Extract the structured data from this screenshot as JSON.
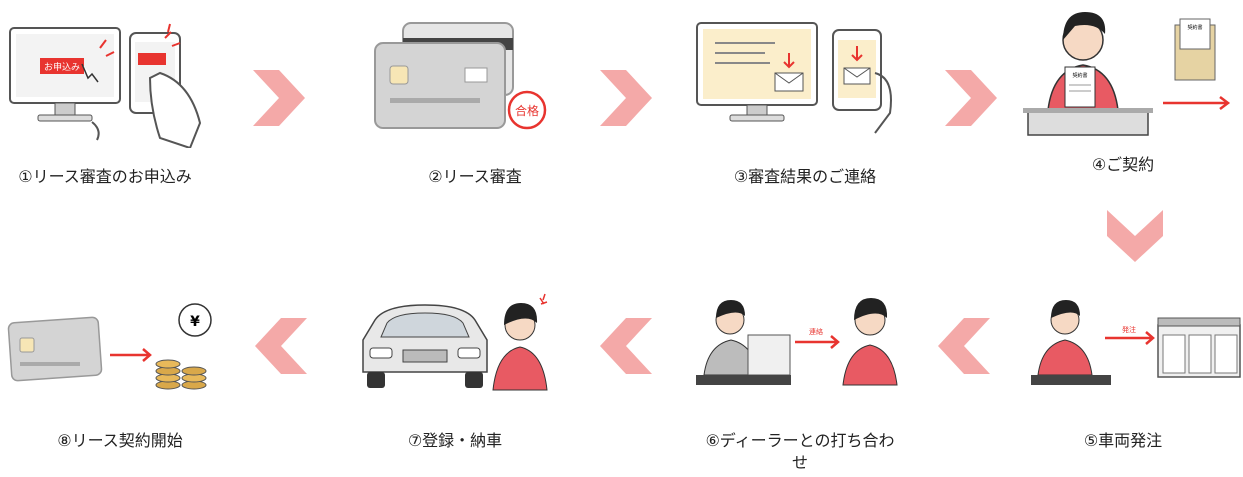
{
  "steps": [
    {
      "label": "①リース審査のお申込み"
    },
    {
      "label": "②リース審査"
    },
    {
      "label": "③審査結果のご連絡"
    },
    {
      "label": "④ご契約"
    },
    {
      "label": "⑤車両発注"
    },
    {
      "label": "⑥ディーラーとの打ち合わせ"
    },
    {
      "label": "⑦登録・納車"
    },
    {
      "label": "⑧リース契約開始"
    }
  ],
  "illustration_text": {
    "apply_button": "お申込み",
    "stamp": "合格",
    "contract_doc": "契約書",
    "contact": "連絡",
    "order": "発注",
    "currency": "¥"
  },
  "colors": {
    "accent": "#e8342f",
    "arrow": "#f4a9a8",
    "skin": "#f6d9c4",
    "hair": "#222222",
    "shirt": "#e85a63"
  }
}
